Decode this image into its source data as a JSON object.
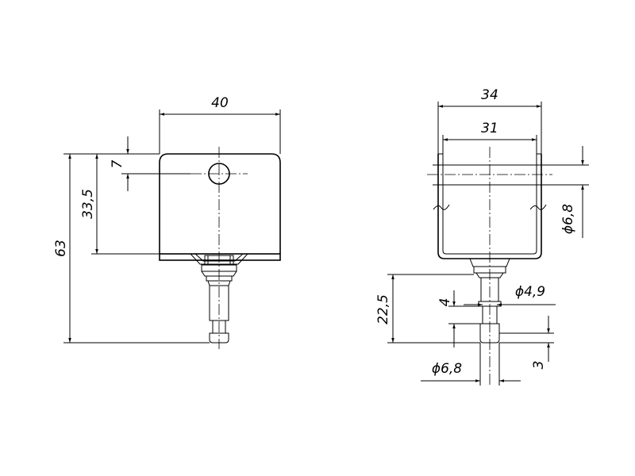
{
  "front_view": {
    "dims": {
      "width": "40",
      "hole_offset": "7",
      "plate_height": "33,5",
      "total_height": "63"
    }
  },
  "side_view": {
    "dims": {
      "outer_width": "34",
      "inner_width": "31",
      "hole_diameter": "ϕ6,8",
      "pin_height": "22,5",
      "pin_groove": "4",
      "pin_diameter_small": "ϕ4,9",
      "pin_diameter_large": "ϕ6,8",
      "pin_end": "3"
    }
  },
  "colors": {
    "line": "#000000",
    "background": "#ffffff"
  }
}
